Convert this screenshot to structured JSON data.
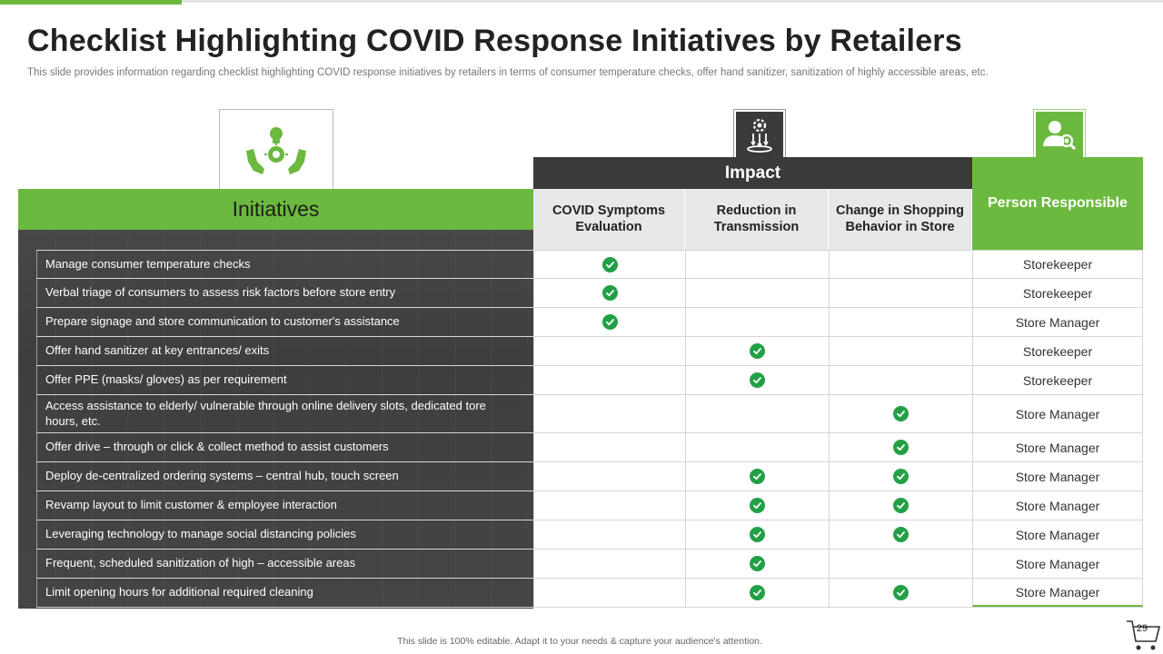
{
  "title": "Checklist Highlighting COVID Response Initiatives by Retailers",
  "subtitle": "This slide provides information regarding checklist highlighting COVID response initiatives by retailers in terms of consumer temperature checks, offer hand sanitizer, sanitization of highly accessible areas, etc.",
  "icons": {
    "initiatives": "lightbulb-hands-gear-icon",
    "impact": "gear-arrows-icon",
    "person": "user-search-icon",
    "check": "check-circle-icon",
    "cart": "shopping-cart-icon"
  },
  "colors": {
    "accent": "#6bb93e",
    "dark": "#3a3a3a",
    "check": "#23a046"
  },
  "headers": {
    "initiatives": "Initiatives",
    "impact": "Impact",
    "person": "Person Responsible",
    "columns": [
      "COVID Symptoms Evaluation",
      "Reduction in Transmission",
      "Change in Shopping Behavior in Store"
    ]
  },
  "rows": [
    {
      "initiative": "Manage consumer temperature  checks",
      "checks": [
        true,
        false,
        false
      ],
      "person": "Storekeeper"
    },
    {
      "initiative": "Verbal triage of consumers to assess risk factors before store entry",
      "checks": [
        true,
        false,
        false
      ],
      "person": "Storekeeper"
    },
    {
      "initiative": "Prepare signage and store communication to customer's assistance",
      "checks": [
        true,
        false,
        false
      ],
      "person": "Store Manager"
    },
    {
      "initiative": "Offer hand sanitizer at key entrances/ exits",
      "checks": [
        false,
        true,
        false
      ],
      "person": "Storekeeper"
    },
    {
      "initiative": "Offer PPE (masks/ gloves) as per requirement",
      "checks": [
        false,
        true,
        false
      ],
      "person": "Storekeeper"
    },
    {
      "initiative": "Access assistance to elderly/ vulnerable  through online delivery  slots, dedicated tore hours, etc.",
      "checks": [
        false,
        false,
        true
      ],
      "person": "Store Manager",
      "tall": true
    },
    {
      "initiative": "Offer drive  – through or click & collect method to assist customers",
      "checks": [
        false,
        false,
        true
      ],
      "person": "Store Manager"
    },
    {
      "initiative": "Deploy de-centralized ordering systems – central hub, touch screen",
      "checks": [
        false,
        true,
        true
      ],
      "person": "Store Manager"
    },
    {
      "initiative": "Revamp layout to limit customer & employee interaction",
      "checks": [
        false,
        true,
        true
      ],
      "person": "Store Manager"
    },
    {
      "initiative": "Leveraging  technology to manage social distancing policies",
      "checks": [
        false,
        true,
        true
      ],
      "person": "Store Manager"
    },
    {
      "initiative": "Frequent,  scheduled sanitization of high – accessible areas",
      "checks": [
        false,
        true,
        false
      ],
      "person": "Store Manager"
    },
    {
      "initiative": "Limit opening hours for additional required cleaning",
      "checks": [
        false,
        true,
        true
      ],
      "person": "Store Manager"
    }
  ],
  "footer": "This slide is 100% editable.  Adapt it to your needs & capture your audience's attention.",
  "page_number": "29"
}
